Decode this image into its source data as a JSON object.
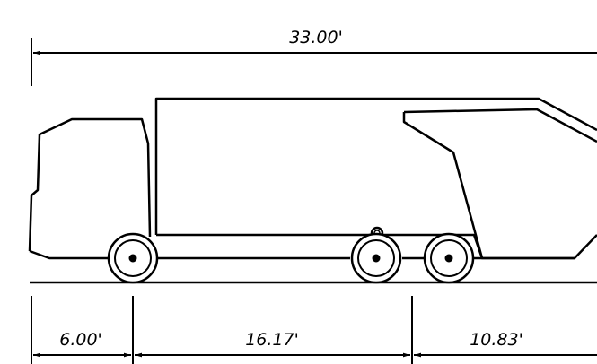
{
  "dimensions": {
    "overall_length": "33.00'",
    "front_overhang": "6.00'",
    "wheelbase": "16.17'",
    "rear_overhang": "10.83'"
  },
  "colors": {
    "line": "#000000",
    "background": "#ffffff"
  }
}
